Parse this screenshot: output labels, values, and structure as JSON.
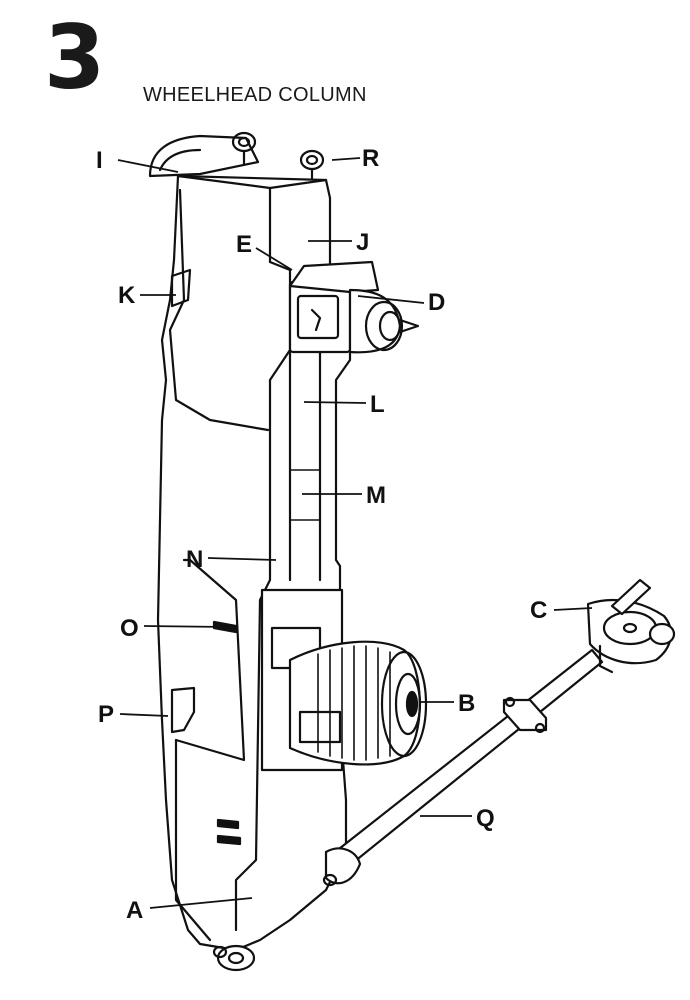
{
  "section": {
    "number": "3",
    "title": "WHEELHEAD COLUMN"
  },
  "callouts": {
    "I": "I",
    "R": "R",
    "J": "J",
    "E": "E",
    "K": "K",
    "D": "D",
    "L": "L",
    "M": "M",
    "N": "N",
    "C": "C",
    "O": "O",
    "B": "B",
    "P": "P",
    "Q": "Q",
    "A": "A"
  },
  "colors": {
    "ink": "#111111",
    "paper": "#ffffff",
    "shade": "#d9d9d9"
  }
}
